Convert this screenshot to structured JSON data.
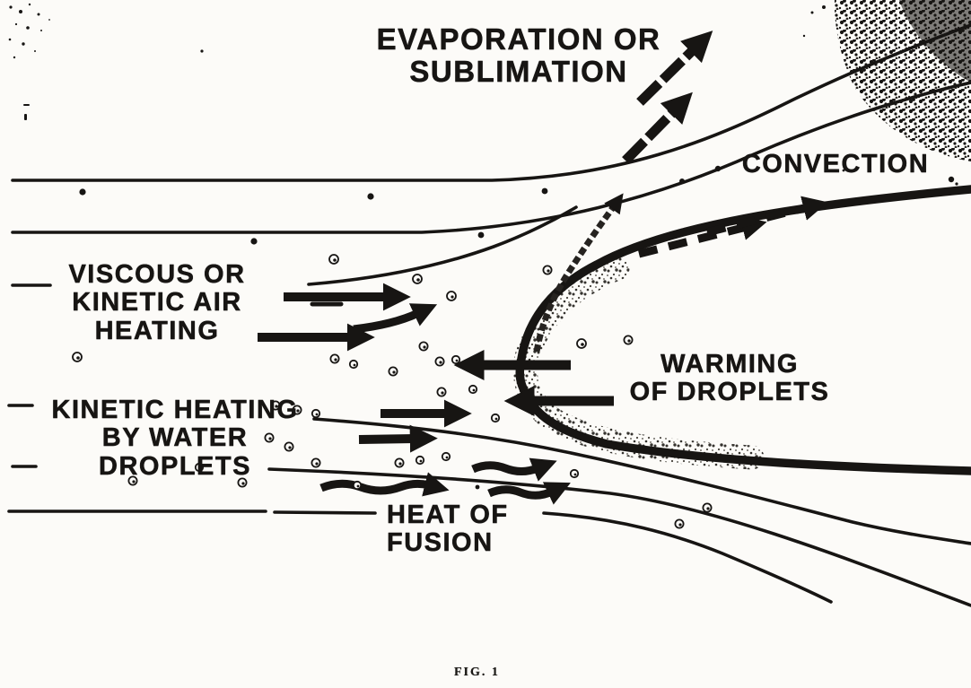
{
  "figure": {
    "caption": "FIG. 1",
    "labels": {
      "evaporation": "EVAPORATION OR\nSUBLIMATION",
      "convection": "CONVECTION",
      "viscous": "VISCOUS OR\nKINETIC AIR\nHEATING",
      "kinetic_water": "KINETIC HEATING\nBY WATER\nDROPLETS",
      "warming": "WARMING\nOF DROPLETS",
      "fusion": "HEAT OF\nFUSION"
    },
    "colors": {
      "ink": "#171513",
      "paper": "#fcfbf8"
    }
  }
}
